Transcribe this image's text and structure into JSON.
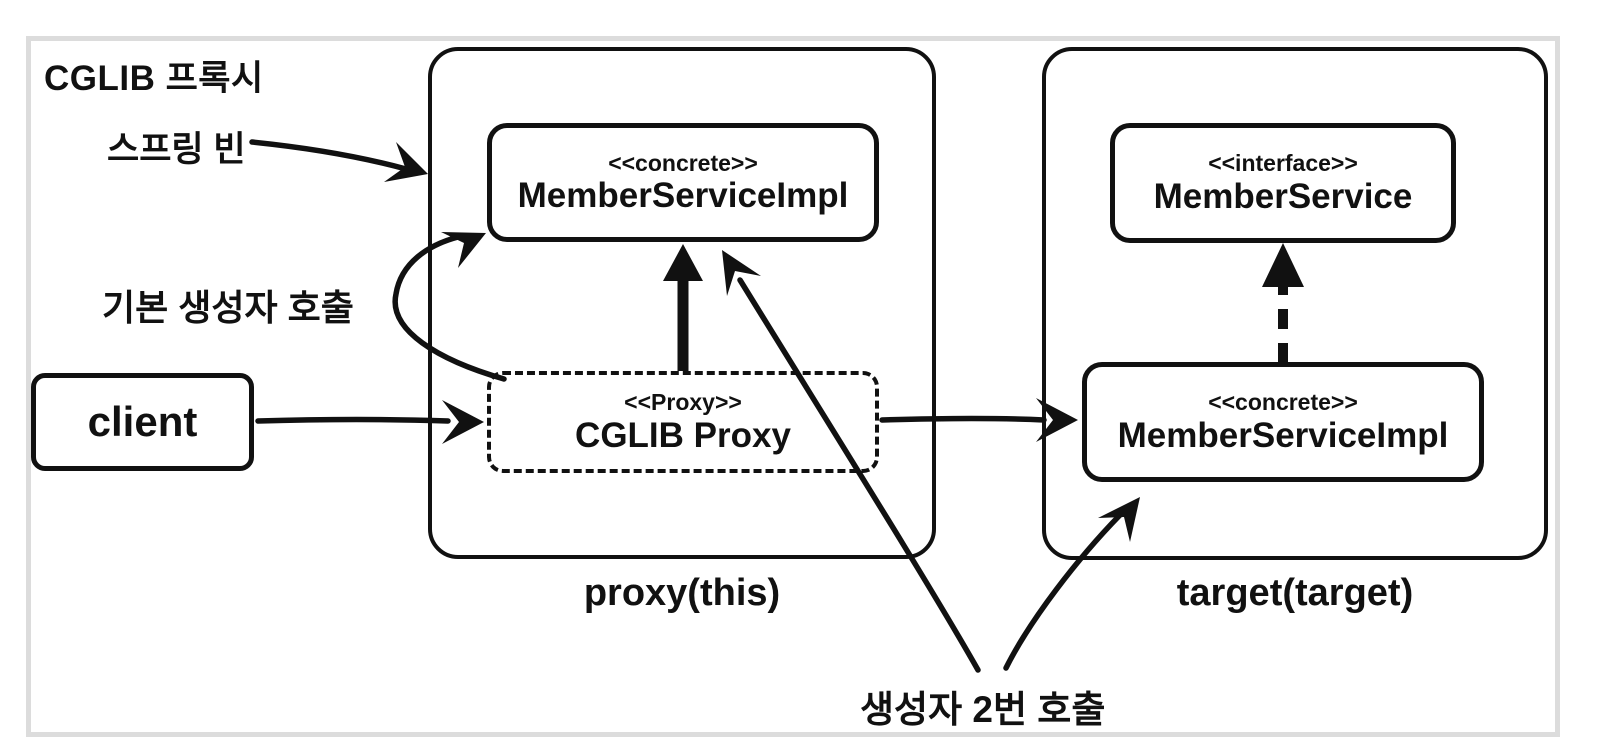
{
  "diagram": {
    "title": "CGLIB 프록시",
    "annotations": {
      "spring_bean": "스프링 빈",
      "default_constructor_call": "기본 생성자 호출",
      "constructor_called_twice": "생성자 2번 호출"
    },
    "captions": {
      "proxy": "proxy(this)",
      "target": "target(target)"
    },
    "nodes": {
      "client": {
        "name": "client"
      },
      "proxy_member_service_impl": {
        "stereotype": "<<concrete>>",
        "name": "MemberServiceImpl"
      },
      "cglib_proxy": {
        "stereotype": "<<Proxy>>",
        "name": "CGLIB Proxy"
      },
      "member_service_interface": {
        "stereotype": "<<interface>>",
        "name": "MemberService"
      },
      "target_member_service_impl": {
        "stereotype": "<<concrete>>",
        "name": "MemberServiceImpl"
      }
    },
    "colors": {
      "ink": "#111111",
      "frame_border": "#dcdcdc",
      "background": "#ffffff"
    }
  }
}
